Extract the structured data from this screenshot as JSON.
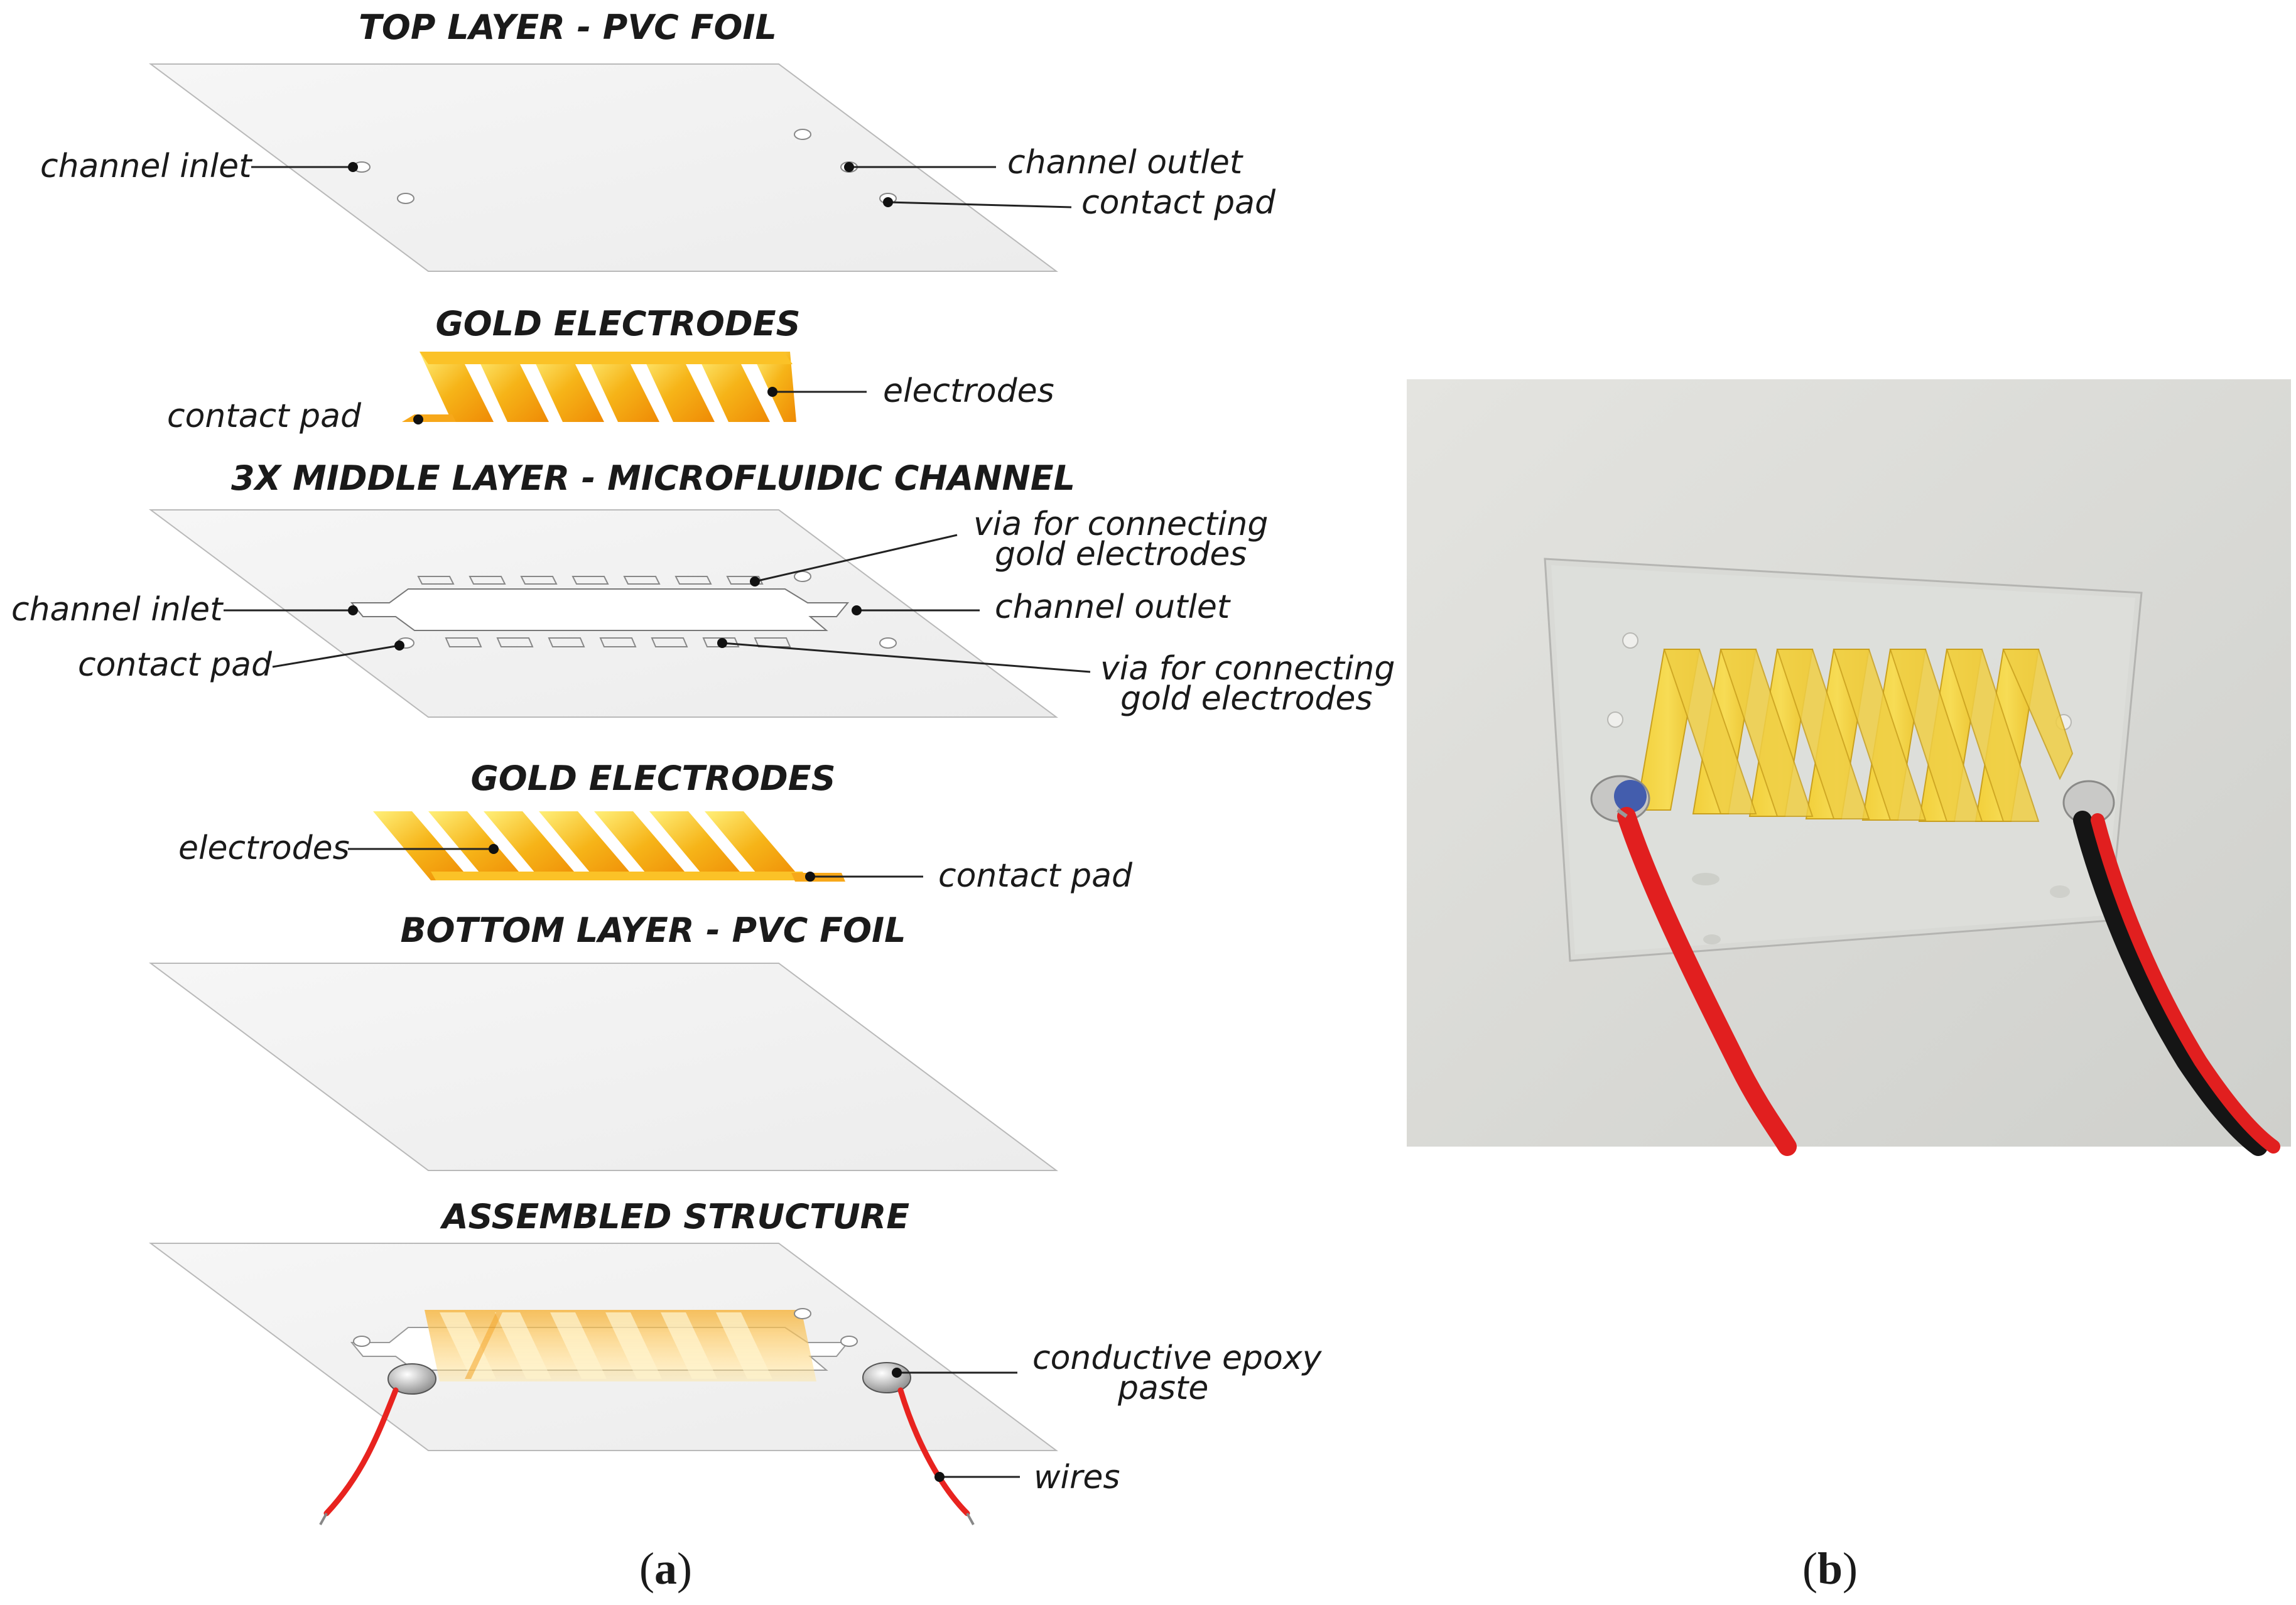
{
  "panel_a": {
    "caption_open": "(",
    "caption_letter": "a",
    "caption_close": ")",
    "layers": {
      "top": {
        "title": "TOP LAYER - PVC FOIL",
        "channel_inlet": "channel inlet",
        "channel_outlet": "channel outlet",
        "contact_pad": "contact pad"
      },
      "gold_upper": {
        "title": "GOLD ELECTRODES",
        "contact_pad": "contact pad",
        "electrodes": "electrodes"
      },
      "middle": {
        "title": "3X  MIDDLE LAYER - MICROFLUIDIC CHANNEL",
        "via_top_line1": "via for connecting",
        "via_top_line2": "gold electrodes",
        "channel_inlet": "channel inlet",
        "channel_outlet": "channel outlet",
        "contact_pad": "contact pad",
        "via_bottom_line1": "via for connecting",
        "via_bottom_line2": "gold electrodes"
      },
      "gold_lower": {
        "title": "GOLD ELECTRODES",
        "electrodes": "electrodes",
        "contact_pad": "contact pad"
      },
      "bottom": {
        "title": "BOTTOM LAYER - PVC FOIL"
      },
      "assembled": {
        "title": "ASSEMBLED STRUCTURE",
        "epoxy_line1": "conductive epoxy",
        "epoxy_line2": "paste",
        "wires": "wires"
      }
    }
  },
  "panel_b": {
    "caption_open": "(",
    "caption_letter": "b",
    "caption_close": ")",
    "photo_description_icon": "device-photo"
  },
  "colors": {
    "gold_light": "#ffe15a",
    "gold_dark": "#f39c12",
    "foil": "#f4f4f4",
    "wire_red": "#e8231f",
    "wire_black": "#151515",
    "photo_bg": "#dcdcd8"
  }
}
